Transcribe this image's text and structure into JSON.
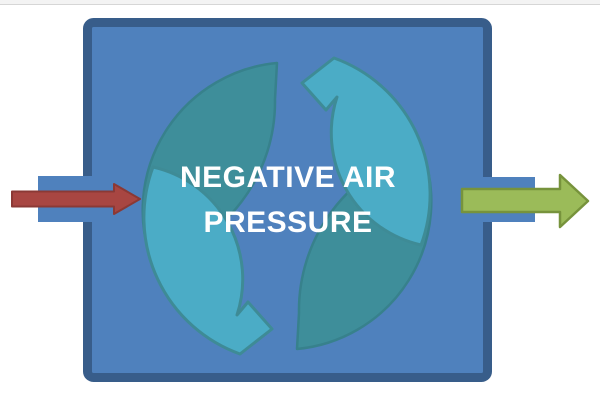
{
  "diagram": {
    "title": "NEGATIVE AIR PRESSURE",
    "label_line1": "NEGATIVE AIR",
    "label_line2": "PRESSURE"
  },
  "colors": {
    "chamber_fill": "#4F81BD",
    "chamber_border": "#385D8A",
    "duct_fill": "#4F81BD",
    "cycle_arrow_light": "#4BACC6",
    "cycle_arrow_light_outline": "#3E8B96",
    "cycle_arrow_dark": "#3E8E9A",
    "cycle_arrow_dark_outline": "#37818C",
    "inflow_arrow_fill": "#A84642",
    "inflow_arrow_outline": "#8B3935",
    "outflow_arrow_fill": "#9BBB59",
    "outflow_arrow_outline": "#77933C",
    "label_text": "#FFFFFF",
    "page_background": "#FFFFFF",
    "top_edge_strip": "#F3F3F3"
  }
}
